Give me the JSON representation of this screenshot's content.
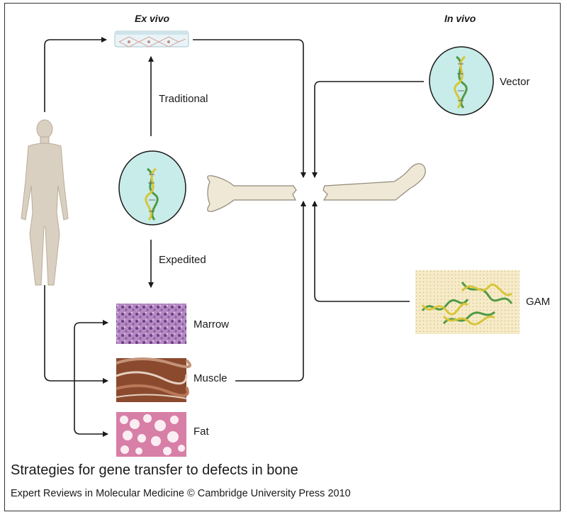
{
  "headers": {
    "ex_vivo": "Ex vivo",
    "in_vivo": "In vivo"
  },
  "labels": {
    "traditional": "Traditional",
    "expedited": "Expedited",
    "vector": "Vector",
    "gam": "GAM",
    "marrow": "Marrow",
    "muscle": "Muscle",
    "fat": "Fat"
  },
  "caption": {
    "title": "Strategies for gene transfer to defects in bone",
    "credit": "Expert Reviews in Molecular Medicine © Cambridge University Press 2010"
  },
  "colors": {
    "cell": "#c8ece9",
    "dna_green": "#4f9a46",
    "dna_yellow": "#d8c53a",
    "bone": "#efe8d6",
    "human": "#d9d0c1",
    "arrow": "#1a1a1a"
  }
}
